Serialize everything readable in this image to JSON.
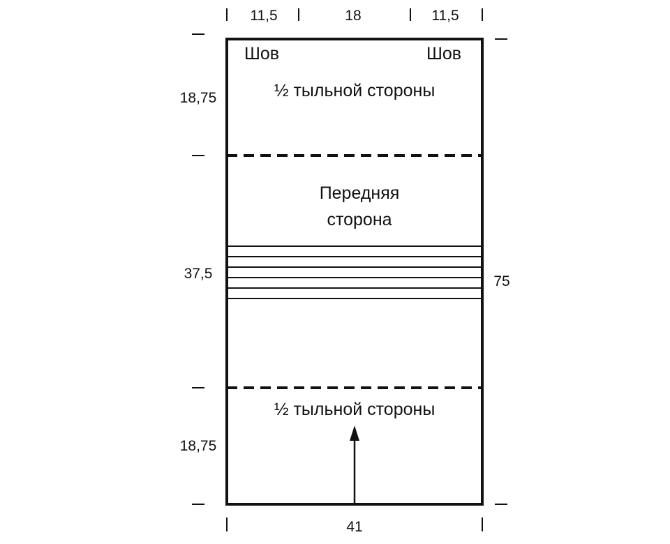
{
  "diagram": {
    "top_widths": [
      "11,5",
      "18",
      "11,5"
    ],
    "bottom_width": "41",
    "left_heights": [
      "18,75",
      "37,5",
      "18,75"
    ],
    "right_height": "75",
    "seam_left": "Шов",
    "seam_right": "Шов",
    "top_section_label": "½ тыльной стороны",
    "front_label_line1": "Передняя",
    "front_label_line2": "сторона",
    "bottom_section_label": "½ тыльной стороны",
    "stripe_count": 6
  }
}
